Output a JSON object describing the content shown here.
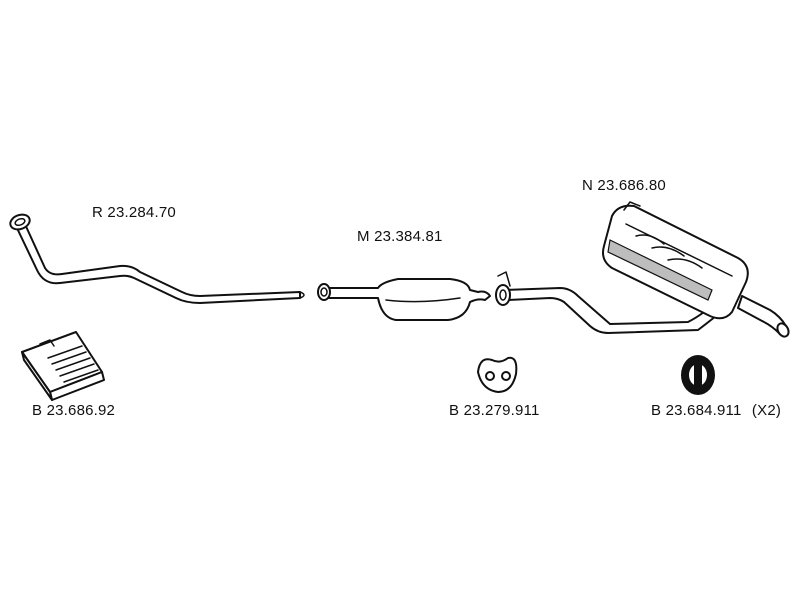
{
  "parts": [
    {
      "id": "front-pipe",
      "code": "R 23.284.70"
    },
    {
      "id": "middle-silencer",
      "code": "M 23.384.81"
    },
    {
      "id": "rear-silencer",
      "code": "N 23.686.80"
    },
    {
      "id": "mounting-kit",
      "code": "B 23.686.92"
    },
    {
      "id": "rubber-mount-a",
      "code": "B 23.279.911"
    },
    {
      "id": "rubber-mount-b",
      "code": "B 23.684.911",
      "quantity": "(X2)"
    }
  ]
}
